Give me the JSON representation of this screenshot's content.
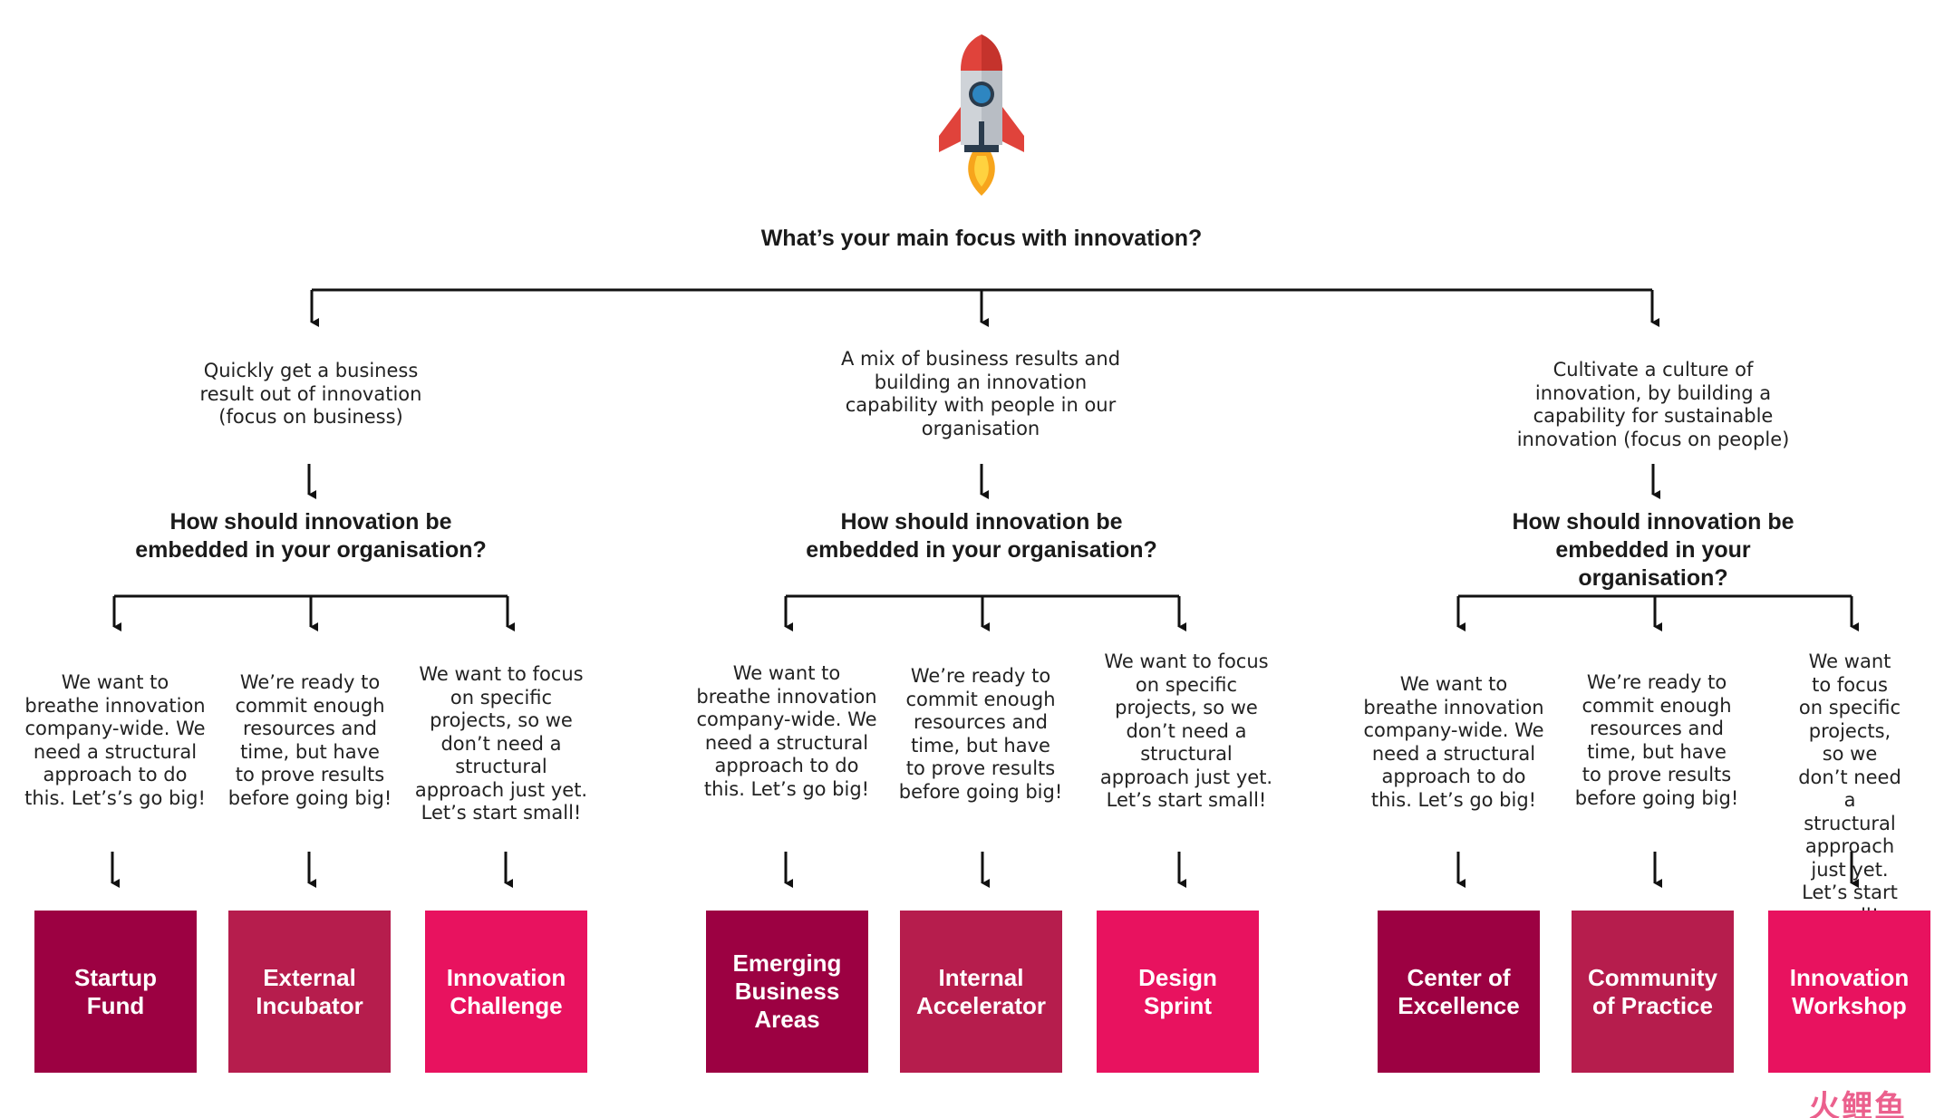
{
  "colors": {
    "dark": "#9c0142",
    "mid": "#b61d4d",
    "bright": "#e8125f",
    "line": "#111111"
  },
  "root": {
    "question": "What’s your main focus with innovation?"
  },
  "branches": [
    {
      "focus": "Quickly get a business\nresult out of innovation\n(focus on business)",
      "question": "How should innovation be\nembedded in your organisation?",
      "options": [
        {
          "text": "We want to\nbreathe innovation\ncompany-wide. We\nneed a structural\napproach to do\nthis. Let’s’s go big!",
          "result": "Startup\nFund"
        },
        {
          "text": "We’re ready to\ncommit enough\nresources and\ntime, but have\nto prove results\nbefore going big!",
          "result": "External\nIncubator"
        },
        {
          "text": "We want to focus\non specific\nprojects, so we\ndon’t need a\nstructural\napproach just yet.\nLet’s start small!",
          "result": "Innovation\nChallenge"
        }
      ]
    },
    {
      "focus": "A mix of business results and\nbuilding an innovation\ncapability with people in our\norganisation",
      "question": "How should innovation be\nembedded in your organisation?",
      "options": [
        {
          "text": "We want to\nbreathe innovation\ncompany-wide. We\nneed a structural\napproach to do\nthis. Let’s go big!",
          "result": "Emerging\nBusiness\nAreas"
        },
        {
          "text": "We’re ready to\ncommit enough\nresources and\ntime, but have\nto prove results\nbefore going big!",
          "result": "Internal\nAccelerator"
        },
        {
          "text": "We want to focus\non specific\nprojects, so we\ndon’t need a\nstructural\napproach just yet.\nLet’s start small!",
          "result": "Design\nSprint"
        }
      ]
    },
    {
      "focus": "Cultivate a culture of\ninnovation, by building a\ncapability for sustainable\ninnovation (focus on people)",
      "question": "How should innovation be\nembedded in your organisation?",
      "options": [
        {
          "text": "We want to\nbreathe innovation\ncompany-wide. We\nneed a structural\napproach to do\nthis. Let’s go big!",
          "result": "Center of\nExcellence"
        },
        {
          "text": "We’re ready to\ncommit enough\nresources and\ntime, but have\nto prove results\nbefore going big!",
          "result": "Community\nof Practice"
        },
        {
          "text": "We want to focus\non specific\nprojects, so we\ndon’t need a\nstructural\napproach just yet.\nLet’s start small!",
          "result": "Innovation\nWorkshop"
        }
      ]
    }
  ],
  "watermark": "火鲤鱼",
  "icon": "rocket-icon"
}
